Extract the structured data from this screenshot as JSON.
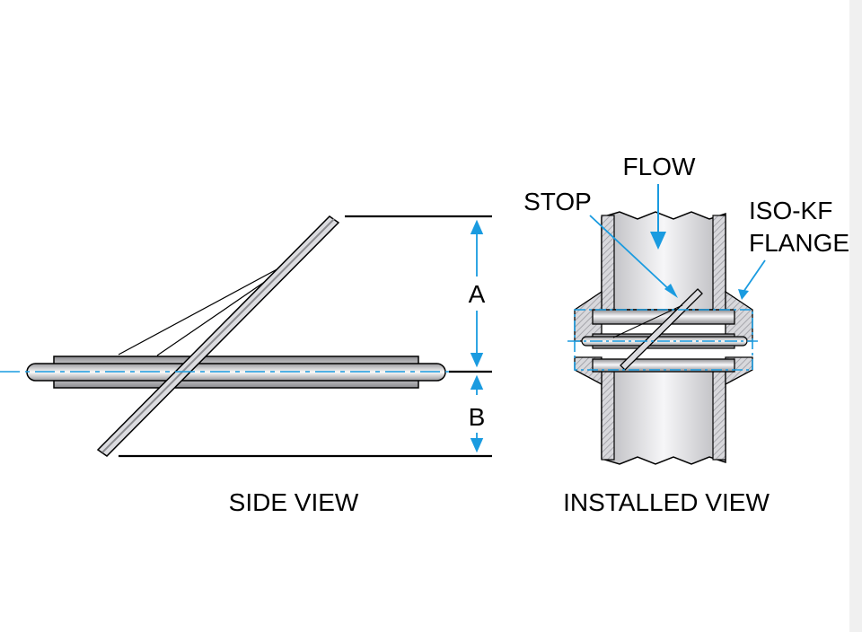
{
  "labels": {
    "dim_a": "A",
    "dim_b": "B",
    "side_view": "SIDE VIEW",
    "installed_view": "INSTALLED VIEW",
    "flow": "FLOW",
    "stop": "STOP",
    "flange_line1": "ISO-KF",
    "flange_line2": "FLANGE"
  },
  "colors": {
    "centerline": "#1a9be0",
    "dimension": "#1a9be0",
    "outline": "#000000",
    "metal_light": "#f4f4f6",
    "metal_dark": "#8c8c90",
    "hatch": "#9a9aa0",
    "background": "#ffffff"
  }
}
